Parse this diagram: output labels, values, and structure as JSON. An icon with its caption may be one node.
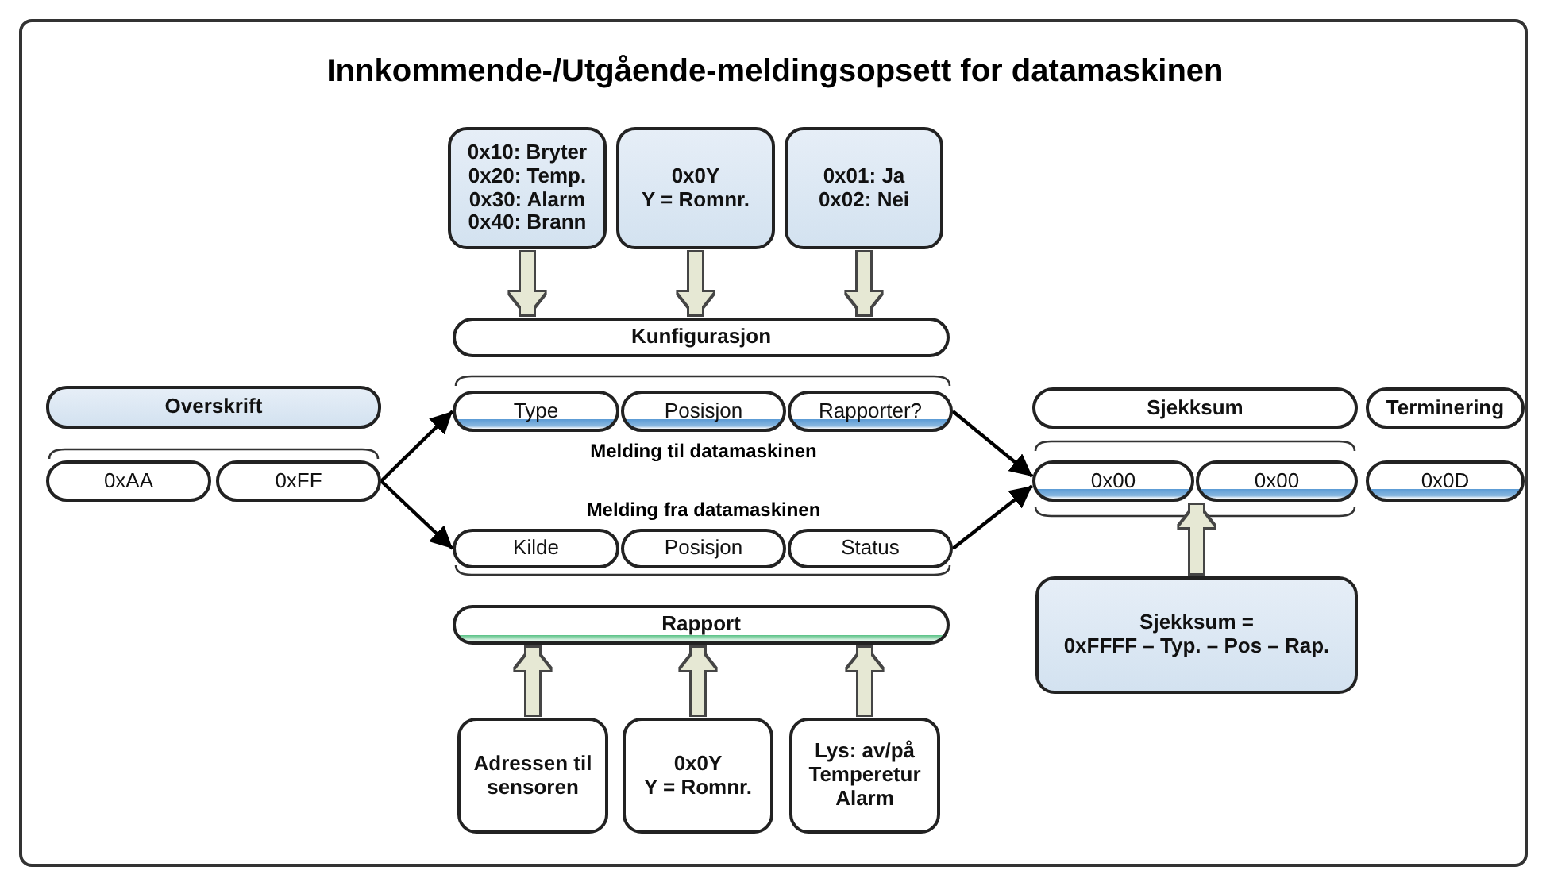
{
  "diagram": {
    "title": "Innkommende-/Utgående-meldingsopsett for datamaskinen",
    "nodes": [
      {
        "text": [
          "Overskrift"
        ]
      },
      {
        "text": [
          "0xAA"
        ]
      },
      {
        "text": [
          "0xFF"
        ]
      },
      {
        "text": [
          "0x10: Bryter",
          "0x20: Temp.",
          "0x30: Alarm",
          "0x40: Brann"
        ]
      },
      {
        "text": [
          "0x0Y",
          "Y = Romnr."
        ]
      },
      {
        "text": [
          "0x01: Ja",
          "0x02: Nei"
        ]
      },
      {
        "text": [
          "Kunfigurasjon"
        ]
      },
      {
        "text": [
          "Type"
        ]
      },
      {
        "text": [
          "Posisjon"
        ]
      },
      {
        "text": [
          "Rapporter?"
        ]
      },
      {
        "text": [
          "Kilde"
        ]
      },
      {
        "text": [
          "Posisjon"
        ]
      },
      {
        "text": [
          "Status"
        ]
      },
      {
        "text": [
          "Rapport"
        ]
      },
      {
        "text": [
          "Adressen til sensoren"
        ]
      },
      {
        "text": [
          "0x0Y",
          "Y = Romnr."
        ]
      },
      {
        "text": [
          "Lys: av/på",
          "Temperetur",
          "Alarm"
        ]
      },
      {
        "text": [
          "Sjekksum"
        ]
      },
      {
        "text": [
          "Terminering"
        ]
      },
      {
        "text": [
          "0x00"
        ]
      },
      {
        "text": [
          "0x00"
        ]
      },
      {
        "text": [
          "0x0D"
        ]
      },
      {
        "text": [
          "Sjekksum =",
          "0xFFFF – Typ. – Pos – Rap."
        ]
      }
    ],
    "edges": [
      {
        "from": 2,
        "to": 7,
        "arrow": "to",
        "color": "#000000"
      },
      {
        "from": 2,
        "to": 10,
        "arrow": "to",
        "color": "#000000"
      },
      {
        "from": 9,
        "to": 19,
        "arrow": "to",
        "color": "#000000"
      },
      {
        "from": 12,
        "to": 19,
        "arrow": "to",
        "color": "#000000"
      },
      {
        "from": 3,
        "to": 6,
        "arrow": "to"
      },
      {
        "from": 4,
        "to": 6,
        "arrow": "to"
      },
      {
        "from": 5,
        "to": 6,
        "arrow": "to"
      },
      {
        "from": 14,
        "to": 13,
        "arrow": "to"
      },
      {
        "from": 15,
        "to": 13,
        "arrow": "to"
      },
      {
        "from": 16,
        "to": 13,
        "arrow": "to"
      },
      {
        "from": 22,
        "to": 19,
        "arrow": "to"
      }
    ],
    "labels": [
      "Melding til datamaskinen",
      "Melding fra datamaskinen"
    ]
  }
}
